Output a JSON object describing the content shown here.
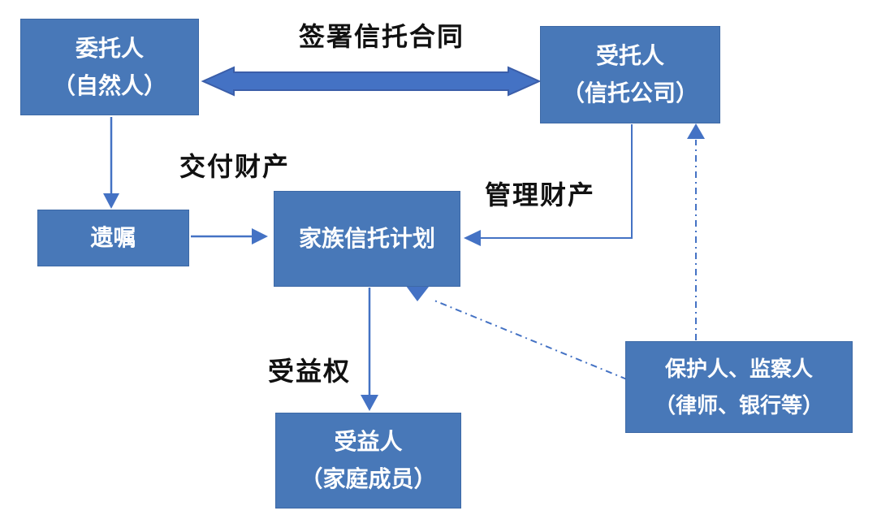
{
  "nodes": {
    "settlor": {
      "line1": "委托人",
      "line2": "（自然人）"
    },
    "trustee": {
      "line1": "受托人",
      "line2": "（信托公司）"
    },
    "will": {
      "line1": "遗嘱"
    },
    "trust_plan": {
      "line1": "家族信托计划"
    },
    "beneficiary": {
      "line1": "受益人",
      "line2": "（家庭成员）"
    },
    "protector": {
      "line1": "保护人、监察人",
      "line2": "（律师、银行等）"
    }
  },
  "edge_labels": {
    "sign_contract": "签署信托合同",
    "deliver_property": "交付财产",
    "manage_property": "管理财产",
    "benefit_right": "受益权"
  },
  "colors": {
    "node_fill": "#4878B8",
    "node_border": "#3D69A6",
    "node_text": "#FFFFFF",
    "arrow_blue": "#4472C4",
    "arrow_dark": "#3B5EA9",
    "label_text": "#111111",
    "background": "#FFFFFF"
  }
}
